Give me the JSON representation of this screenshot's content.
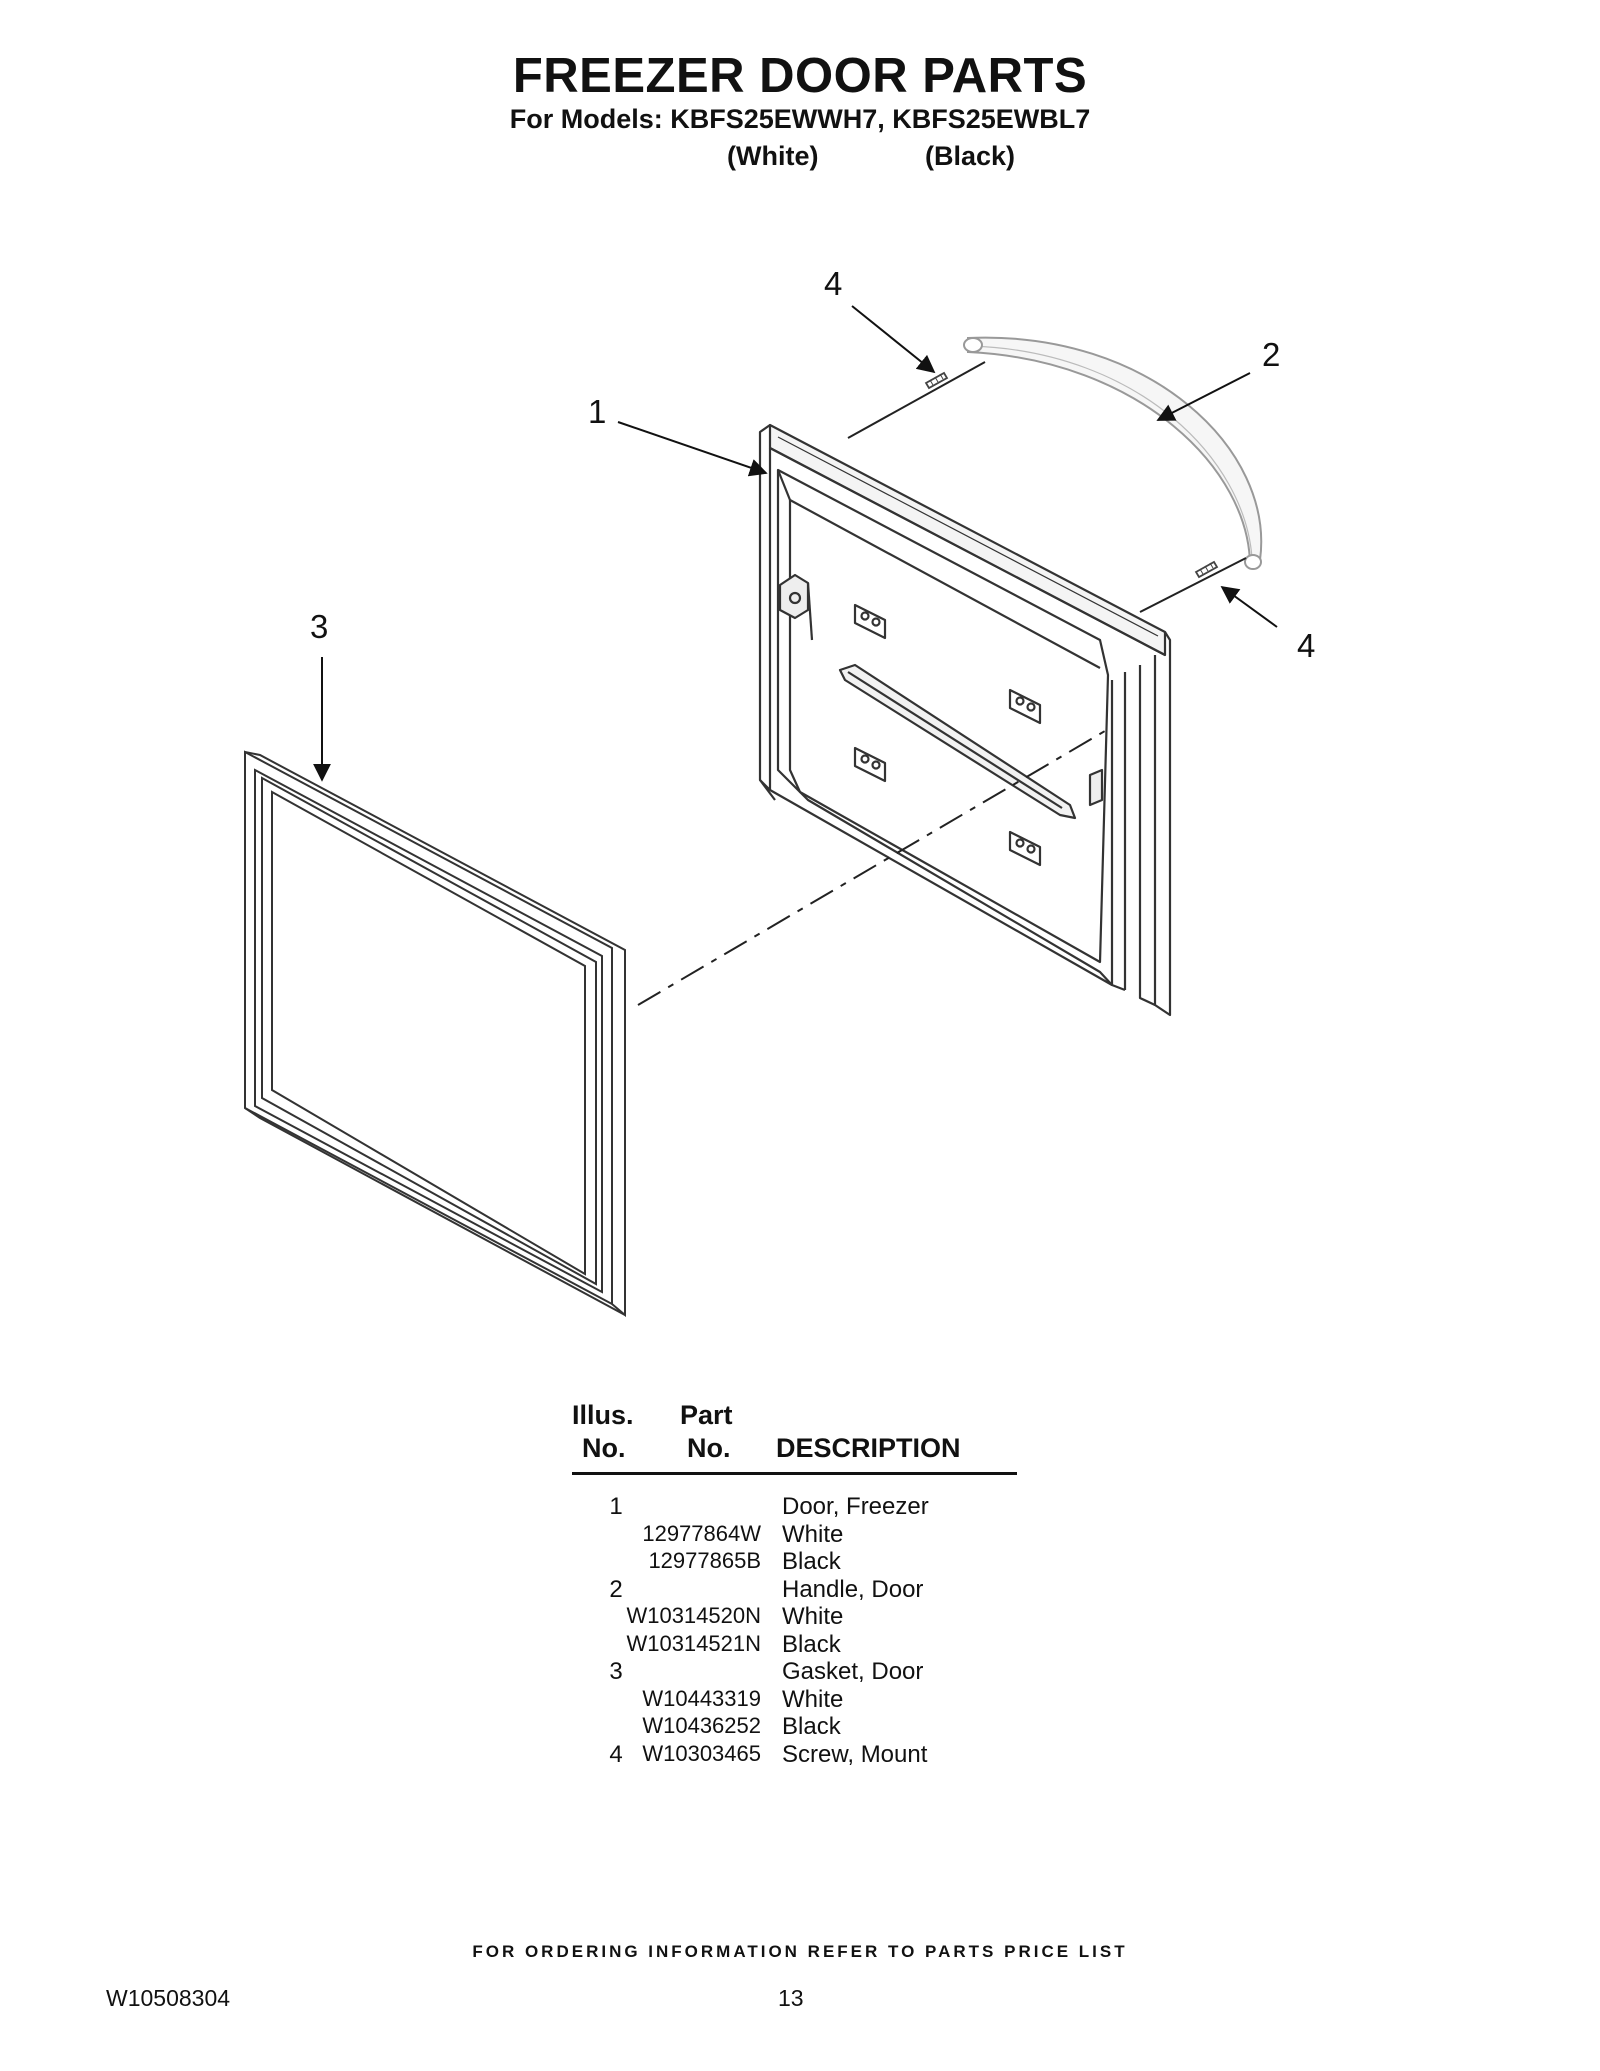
{
  "header": {
    "title": "FREEZER DOOR PARTS",
    "subtitle": "For Models: KBFS25EWWH7, KBFS25EWBL7",
    "colors": [
      "(White)",
      "(Black)"
    ]
  },
  "diagram": {
    "callouts": [
      "4",
      "2",
      "1",
      "3",
      "4"
    ]
  },
  "parts_table": {
    "headers": {
      "illus_1": "Illus.",
      "illus_2": "No.",
      "part_1": "Part",
      "part_2": "No.",
      "description": "DESCRIPTION"
    },
    "rows": [
      {
        "illus": "1",
        "part": "",
        "description": "Door, Freezer"
      },
      {
        "illus": "",
        "part": "12977864W",
        "description": "White"
      },
      {
        "illus": "",
        "part": "12977865B",
        "description": "Black"
      },
      {
        "illus": "2",
        "part": "",
        "description": "Handle, Door"
      },
      {
        "illus": "",
        "part": "W10314520N",
        "description": "White"
      },
      {
        "illus": "",
        "part": "W10314521N",
        "description": "Black"
      },
      {
        "illus": "3",
        "part": "",
        "description": "Gasket, Door"
      },
      {
        "illus": "",
        "part": "W10443319",
        "description": "White"
      },
      {
        "illus": "",
        "part": "W10436252",
        "description": "Black"
      },
      {
        "illus": "4",
        "part": "W10303465",
        "description": "Screw, Mount"
      }
    ]
  },
  "footer": {
    "note": "FOR ORDERING INFORMATION REFER TO PARTS PRICE LIST",
    "doc_number": "W10508304",
    "page_number": "13"
  }
}
